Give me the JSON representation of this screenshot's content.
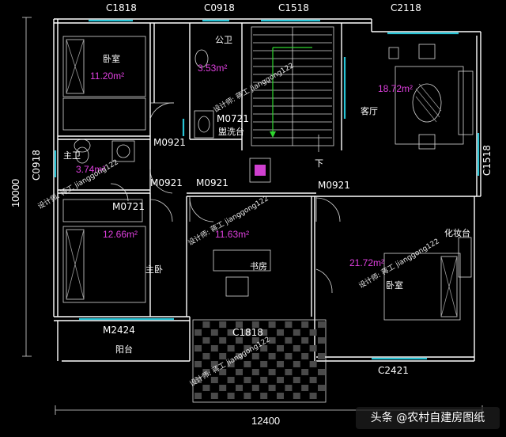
{
  "window_labels": {
    "top_c1818": "C1818",
    "top_c0918": "C0918",
    "top_c1518": "C1518",
    "top_c2118": "C2118",
    "left_c0918": "C0918",
    "right_c1518": "C1518",
    "bottom_c1818": "C1818",
    "bottom_c2421": "C2421",
    "m2424": "M2424"
  },
  "door_labels": {
    "m0921_a": "M0921",
    "m0921_b": "M0921",
    "m0921_c": "M0921",
    "m0921_d": "M0921",
    "m0721_a": "M0721",
    "m0721_b": "M0721"
  },
  "room_labels": {
    "bedroom_nw": "卧室",
    "public_bath": "公卫",
    "washstand": "盥洗台",
    "master_bath": "主卫",
    "master_bedroom": "主卧",
    "study": "书房",
    "living": "客厅",
    "dressing": "化妆台",
    "bedroom_se": "卧室",
    "balcony": "阳台",
    "stair_down": "下"
  },
  "areas": {
    "bedroom_nw": "11.20m²",
    "public_bath": "3.53m²",
    "living": "18.72m²",
    "master_bath": "3.74m²",
    "master_bedroom": "12.66m²",
    "study": "11.63m²",
    "bedroom_se": "21.72m²"
  },
  "dimensions": {
    "width": "12400",
    "height": "10000"
  },
  "watermarks": {
    "text": "设计师: 蒋工 jianggong122"
  },
  "source_badge": "头条 @农村自建房图纸"
}
